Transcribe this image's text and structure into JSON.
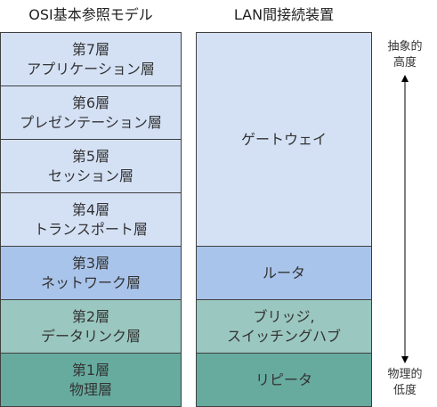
{
  "headings": {
    "osi": "OSI基本参照モデル",
    "devices": "LAN間接続装置"
  },
  "osi_layers": [
    {
      "line1": "第7層",
      "line2": "アプリケーション層"
    },
    {
      "line1": "第6層",
      "line2": "プレゼンテーション層"
    },
    {
      "line1": "第5層",
      "line2": "セッション層"
    },
    {
      "line1": "第4層",
      "line2": "トランスポート層"
    },
    {
      "line1": "第3層",
      "line2": "ネットワーク層"
    },
    {
      "line1": "第2層",
      "line2": "データリンク層"
    },
    {
      "line1": "第1層",
      "line2": "物理層"
    }
  ],
  "devices": [
    {
      "line1": "ゲートウェイ",
      "line2": ""
    },
    {
      "line1": "ルータ",
      "line2": ""
    },
    {
      "line1": "ブリッジ,",
      "line2": "スイッチングハブ"
    },
    {
      "line1": "リピータ",
      "line2": ""
    }
  ],
  "axis": {
    "top_line1": "抽象的",
    "top_line2": "高度",
    "bottom_line1": "物理的",
    "bottom_line2": "低度"
  },
  "colors": {
    "upper_layers": "#d4e1f5",
    "network_layer": "#a9c4eb",
    "datalink_layer": "#9ac7bf",
    "physical_layer": "#67ab9f",
    "border": "#3f3f3f"
  }
}
